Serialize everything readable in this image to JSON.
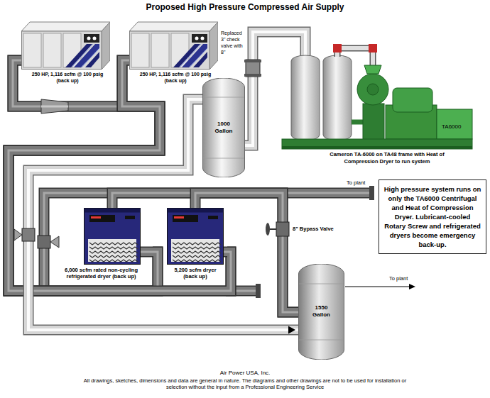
{
  "diagram": {
    "title": "Proposed High Pressure Compressed Air Supply",
    "caption": "Air Power USA, Inc.",
    "nodes": [
      {
        "text": [
          "250 HP, 1,116 scfm @ 100 psig (back up)"
        ]
      },
      {
        "text": [
          "250 HP, 1,116 scfm @ 100 psig (back up)"
        ]
      },
      {
        "text": [
          "1000 Gallon"
        ]
      },
      {
        "text": [
          "TA6000",
          "Cameron TA-6000 on TA48 frame with Heat of Compression Dryer to run system"
        ]
      },
      {
        "text": [
          "High pressure system runs on only the TA6000 Centrifugal and Heat of Compression Dryer. Lubricant-cooled Rotary Screw and refrigerated dryers become emergency back-up."
        ]
      },
      {
        "text": [
          "6,000 scfm rated non-cycling refrigerated dryer (back up)"
        ]
      },
      {
        "text": [
          "5,200 scfm dryer (back up)"
        ]
      },
      {
        "text": [
          "1550 Gallon"
        ]
      }
    ],
    "edges": [
      {
        "from": 0,
        "to": 5,
        "arrow": "none"
      },
      {
        "from": 0,
        "to": 6,
        "arrow": "none"
      },
      {
        "from": 1,
        "to": 5,
        "arrow": "none"
      },
      {
        "from": 1,
        "to": 6,
        "arrow": "none"
      },
      {
        "from": 3,
        "to": 2,
        "arrow": "none"
      },
      {
        "from": 2,
        "to": 7,
        "arrow": "to"
      },
      {
        "from": 5,
        "to": 7,
        "arrow": "none"
      },
      {
        "from": 6,
        "to": 7,
        "arrow": "none"
      }
    ],
    "labels": [
      "Replaced 3\" check valve with 8\"",
      "To plant",
      "8\" Bypass Valve",
      "To plant",
      "All drawings, sketches, dimensions and data are general in nature. The diagrams and other drawings are not to be used for installation or selection without the input from a Professional Engineering Service"
    ]
  }
}
